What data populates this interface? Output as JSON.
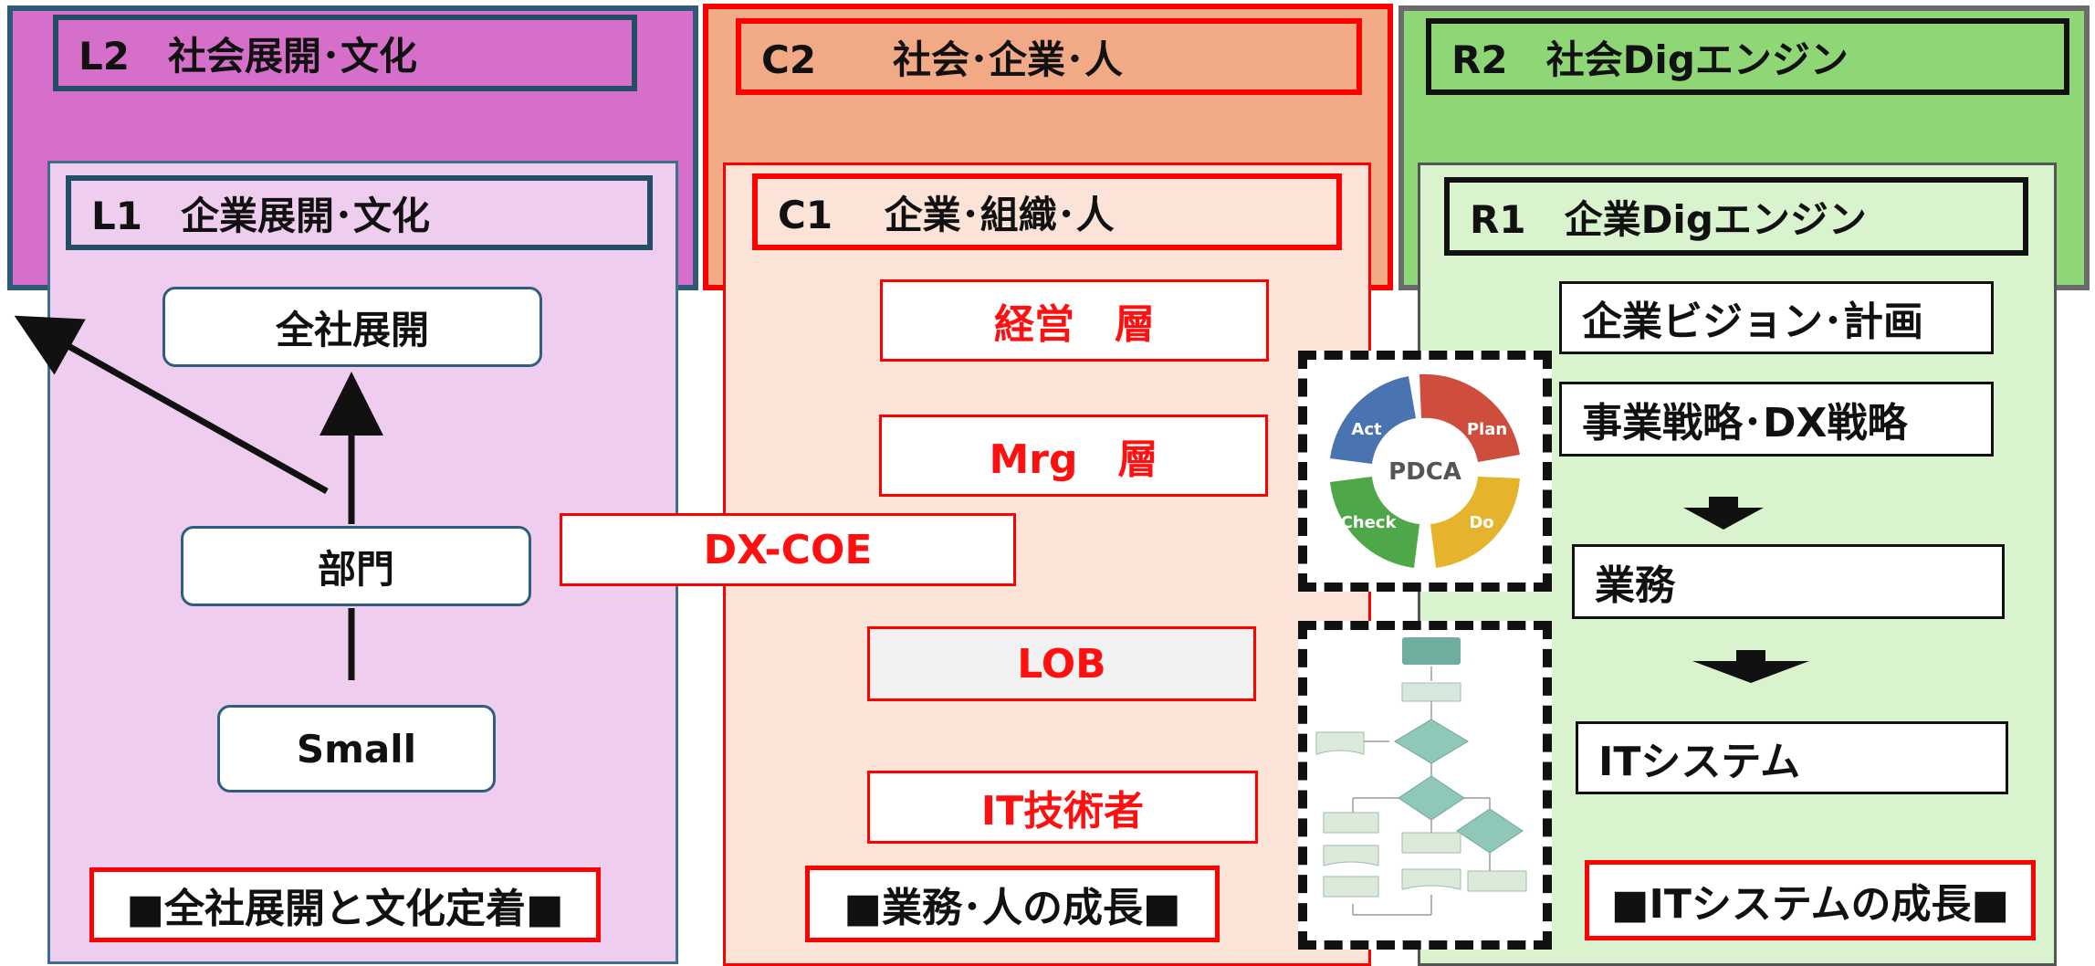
{
  "columns": {
    "left": {
      "outer_title": "L2　社会展開･文化",
      "inner_title": "L1　企業展開･文化",
      "boxes": [
        "全社展開",
        "部門",
        "Small"
      ],
      "footer": "■全社展開と文化定着■",
      "colors": {
        "outer": "#d66fc9",
        "inner": "#efcdee",
        "border": "#2d5a78"
      }
    },
    "center": {
      "outer_title": "C2　　社会･企業･人",
      "inner_title": "C1　 企業･組織･人",
      "boxes": [
        "経営　層",
        "Mrg　層",
        "DX-COE",
        "LOB",
        "IT技術者"
      ],
      "footer": "■業務･人の成長■",
      "colors": {
        "outer": "#f2aa86",
        "inner": "#fce3d7",
        "border": "#ff0000"
      }
    },
    "right": {
      "outer_title": "R2　社会Digエンジン",
      "inner_title": "R1　企業Digエンジン",
      "boxes": [
        "企業ビジョン･計画",
        "事業戦略･DX戦略",
        "業務",
        "ITシステム"
      ],
      "footer": "■ITシステムの成長■",
      "colors": {
        "outer": "#8fd676",
        "inner": "#d9f3cf",
        "border": "#555555"
      }
    }
  },
  "pdca": {
    "center_label": "PDCA",
    "segments": [
      "Plan",
      "Do",
      "Check",
      "Act"
    ],
    "colors": [
      "#cf4d3c",
      "#e6b42c",
      "#4ea84a",
      "#4a73b2"
    ]
  },
  "icons": {
    "pdca_image": "pdca-cycle-icon",
    "flowchart_image": "flowchart-icon",
    "arrows": [
      "arrow-up-icon",
      "arrow-diagonal-icon",
      "arrow-down-icon"
    ]
  }
}
